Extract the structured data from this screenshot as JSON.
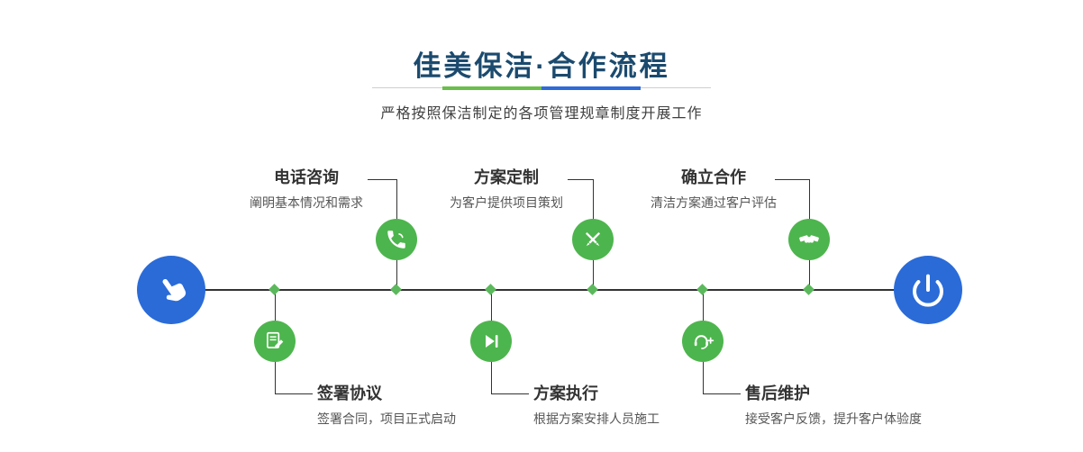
{
  "header": {
    "title": "佳美保洁·合作流程",
    "subtitle": "严格按照保洁制定的各项管理规章制度开展工作"
  },
  "colors": {
    "title_navy": "#1b4a6e",
    "step_green": "#4db54d",
    "diamond_green": "#5cb85c",
    "node_blue": "#2a6bd8",
    "line_dark": "#333333",
    "divider_green": "#6abe49",
    "divider_blue": "#2f6ad9"
  },
  "flow": {
    "start_icon": "hand-pointer-icon",
    "end_icon": "power-icon",
    "top_steps": [
      {
        "title": "电话咨询",
        "desc": "阐明基本情况和需求",
        "icon": "phone-icon"
      },
      {
        "title": "方案定制",
        "desc": "为客户提供项目策划",
        "icon": "design-tools-icon"
      },
      {
        "title": "确立合作",
        "desc": "清洁方案通过客户评估",
        "icon": "handshake-icon"
      }
    ],
    "bottom_steps": [
      {
        "title": "签署协议",
        "desc": "签署合同，项目正式启动",
        "icon": "contract-sign-icon"
      },
      {
        "title": "方案执行",
        "desc": "根据方案安排人员施工",
        "icon": "play-forward-icon"
      },
      {
        "title": "售后维护",
        "desc": "接受客户反馈，提升客户体验度",
        "icon": "headset-support-icon"
      }
    ]
  }
}
